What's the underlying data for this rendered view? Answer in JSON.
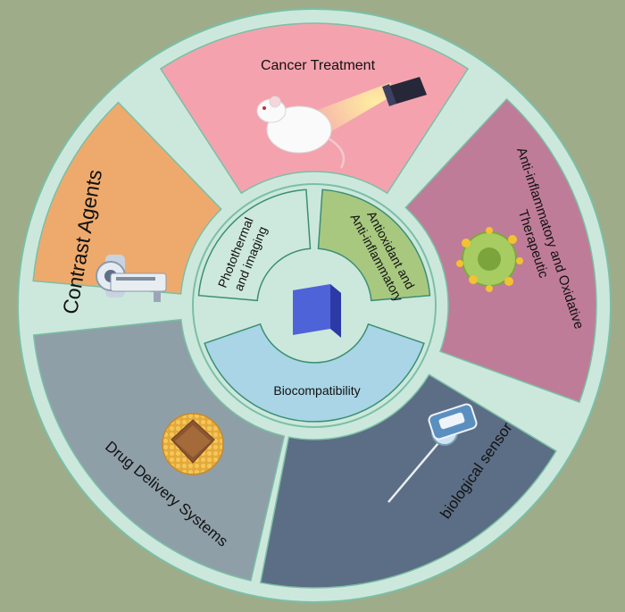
{
  "outer_segments": [
    {
      "id": "cancer-treatment",
      "label": "Cancer Treatment",
      "color": "#f4a3ae"
    },
    {
      "id": "anti-inflammatory-oxidative",
      "label_lines": [
        "Anti-inflammatory and Oxidative",
        "Therapeutic"
      ],
      "color": "#bf7c98"
    },
    {
      "id": "biological-sensor",
      "label": "biological sensor",
      "color": "#5c6e85"
    },
    {
      "id": "drug-delivery",
      "label": "Drug Delivery Systems",
      "color": "#8f9fa8"
    },
    {
      "id": "contrast-agents",
      "label": "Contrast Agents",
      "color": "#eeaa6c"
    }
  ],
  "inner_segments": [
    {
      "id": "photothermal",
      "label_lines": [
        "Photothermal",
        "and imaging"
      ],
      "color": "#cde8dc"
    },
    {
      "id": "antioxidant",
      "label_lines": [
        "Antioxidant and",
        "Anti-inflammatory"
      ],
      "color": "#a8c880"
    },
    {
      "id": "biocompatibility",
      "label": "Biocompatibility",
      "color": "#a9d5e6"
    }
  ],
  "colors": {
    "background": "#9fac89",
    "ring": "#cce8dc",
    "ring_stroke": "#7bbfa6",
    "cube": "#4f63d8"
  },
  "icons": [
    "mouse-icon",
    "flashlight-icon",
    "mri-scanner-icon",
    "cell-icon",
    "nanoparticle-icon",
    "biosensor-probe-icon",
    "cube-icon"
  ]
}
